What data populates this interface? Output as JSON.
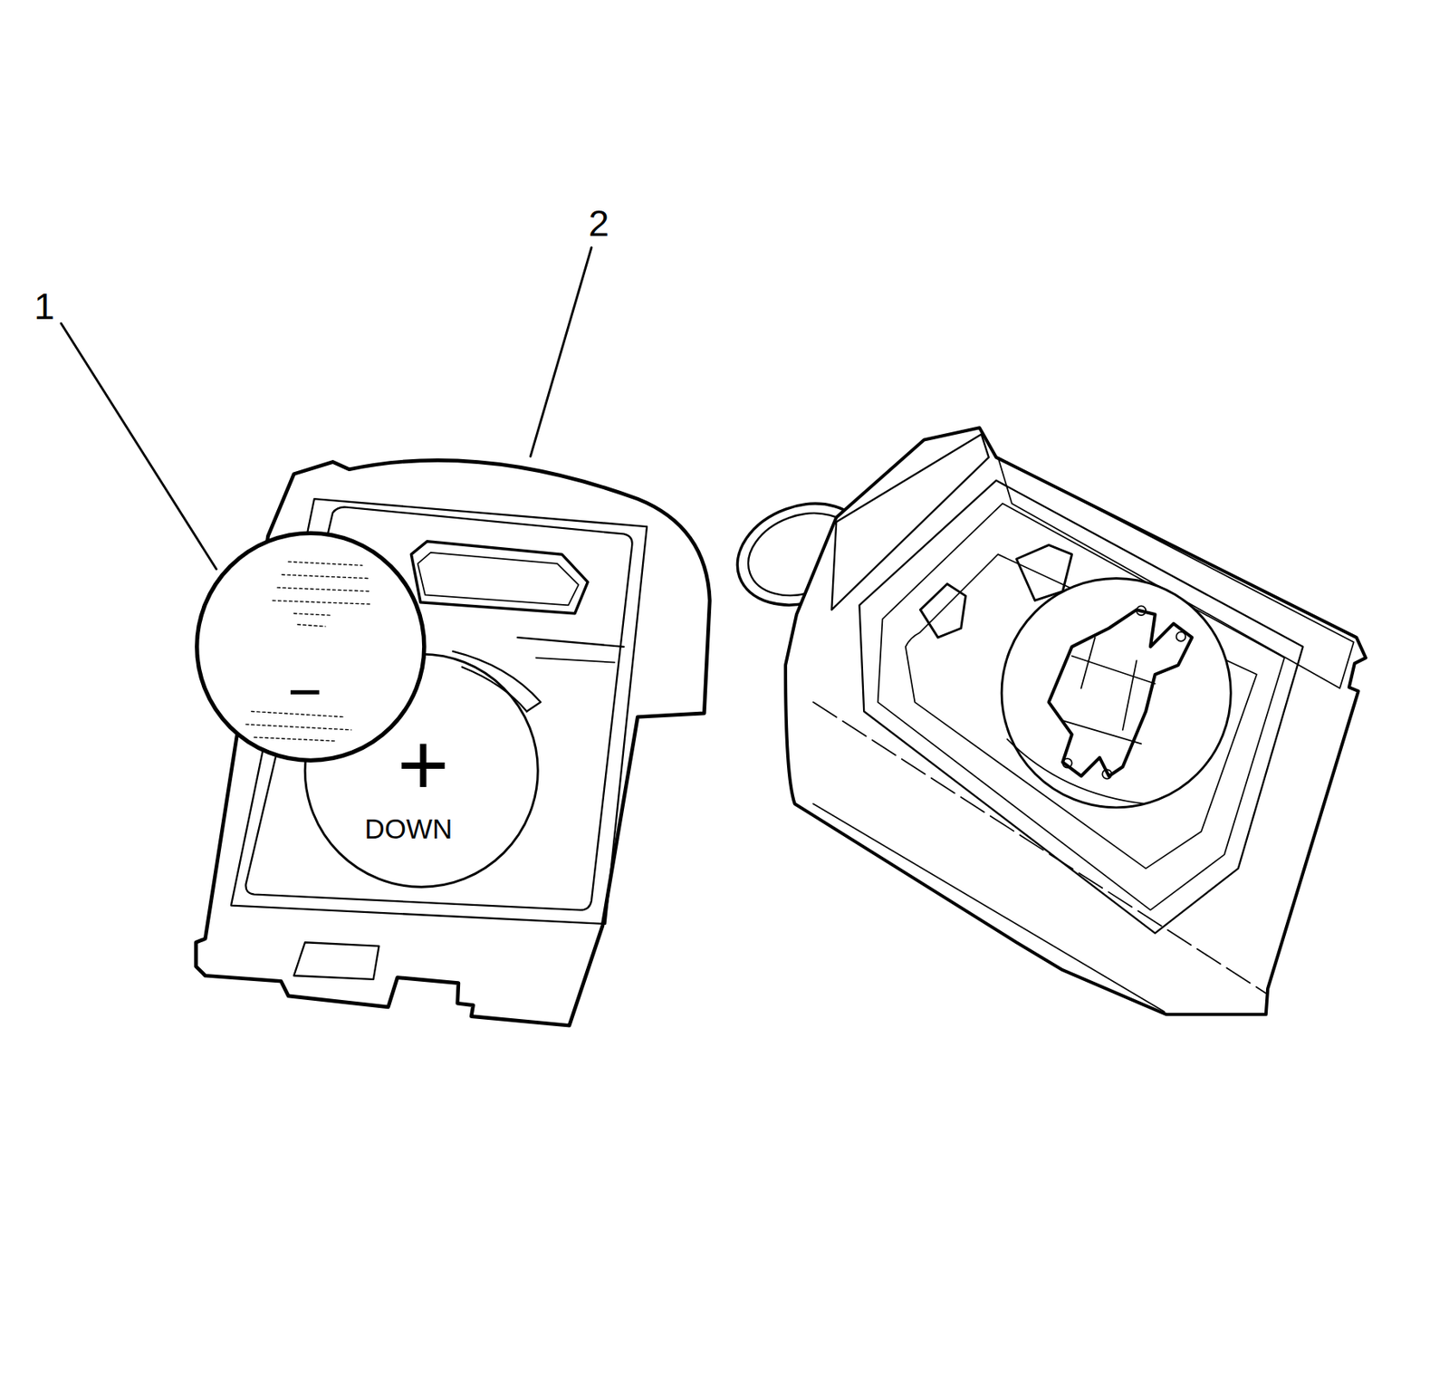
{
  "diagram": {
    "labels": [
      "1",
      "2",
      "−",
      "+",
      "DOWN"
    ]
  }
}
